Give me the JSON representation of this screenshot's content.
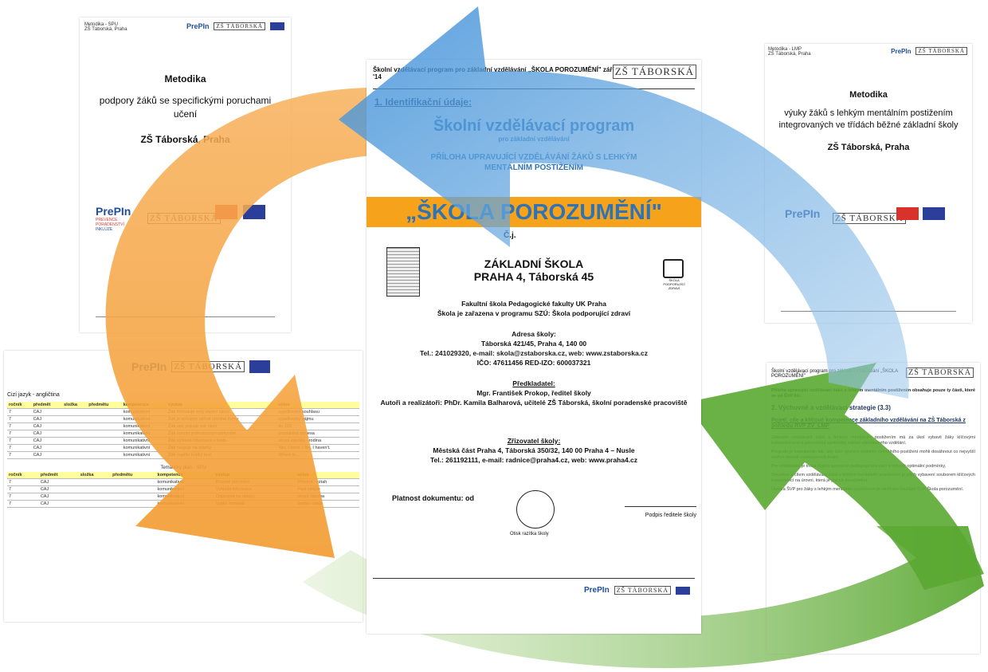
{
  "left_doc": {
    "header_line1": "Metodika - SPU",
    "header_line2": "ZŠ Táborská, Praha",
    "title": "Metodika",
    "subtitle": "podpory žáků se specifickými poruchami učení",
    "school": "ZŠ Táborská, Praha",
    "prepin": "PrePIn",
    "prepin_sub1": "PREVENCE",
    "prepin_sub2": "PORADENSTVÍ",
    "prepin_sub3": "INKLUZE",
    "zs_logo": "ZŠ TÁBORSKÁ"
  },
  "right_doc": {
    "header_line1": "Metodika - LMP",
    "header_line2": "ZŠ Táborská, Praha",
    "title": "Metodika",
    "subtitle": "výuky žáků s lehkým mentálním postižením integrovaných ve třídách běžné základní školy",
    "school": "ZŠ Táborská, Praha",
    "prepin": "PrePIn",
    "zs_logo": "ZŠ TÁBORSKÁ"
  },
  "center_doc": {
    "header": "Školní vzdělávací program pro základní vzdělávání „ŠKOLA POROZUMĚNÍ\" září '14",
    "section": "1.   Identifikační údaje:",
    "title": "Školní vzdělávací program",
    "subtitle": "pro základní vzdělávání",
    "appendix": "PŘÍLOHA UPRAVUJÍCÍ VZDĚLÁVÁNÍ ŽÁKŮ S LEHKÝM MENTÁLNÍM POSTIŽENÍM",
    "motto": "„ŠKOLA POROZUMĚNÍ\"",
    "cj": "Č.j.",
    "school_name": "ZÁKLADNÍ ŠKOLA",
    "school_addr": "PRAHA 4, Táborská 45",
    "faculty1": "Fakultní škola Pedagogické fakulty UK Praha",
    "faculty2": "Škola je zařazena v programu SZÚ: Škola podporující zdraví",
    "addr_label": "Adresa školy:",
    "addr": "Táborská 421/45, Praha 4, 140 00",
    "tel": "Tel.: 241029320, e-mail: skola@zstaborska.cz, web: www.zstaborska.cz",
    "ico": "IČO:  47611456         RED-IZO: 600037321",
    "pred_label": "Předkladatel:",
    "pred": "Mgr. František Prokop, ředitel školy",
    "authors": "Autoři a realizátoři: PhDr. Kamila Balharová, učitelé ZŠ Táborská, školní poradenské pracoviště",
    "zriz_label": "Zřizovatel školy:",
    "zriz": "Městská část Praha 4, Táborská 350/32, 140 00 Praha 4 – Nusle",
    "zriz_tel": "Tel.: 261192111, e-mail: radnice@praha4.cz, web: www.praha4.cz",
    "validity": "Platnost dokumentu: od",
    "stamp": "Otisk razítka školy",
    "signature": "Podpis ředitele školy",
    "logo_right_caption": "ŠKOLA PODPORUJÍCÍ ZDRAVÍ"
  },
  "bottom_left_doc": {
    "subject": "Cizí jazyk - angličtina",
    "cols": [
      "ročník",
      "předmět",
      "složka",
      "předmětu",
      "kompetence",
      "výstup",
      "učivo"
    ],
    "rows": [
      [
        "7",
        "CAJ",
        "komunikativní",
        "Žák formuluje svůj vlastní názor",
        "vyjadřování souhlasu"
      ],
      [
        "7",
        "CAJ",
        "komunikativní",
        "Žák je schopen užívat vhodné formy",
        "vyjadřování zájmu"
      ],
      [
        "7",
        "CAJ",
        "komunikativní",
        "Žák umí popsat své okolí",
        "do 100"
      ],
      [
        "7",
        "CAJ",
        "komunikativní",
        "Žák rozumí jednoduchým pokynům",
        "pravidelná slovesa"
      ],
      [
        "7",
        "CAJ",
        "komunikativní",
        "Žák vyhledá informace v textu",
        "slovní zásoba - rodina"
      ],
      [
        "7",
        "CAJ",
        "komunikativní",
        "Žák reaguje na otázky",
        "Yes, I have. / No, I haven't."
      ],
      [
        "7",
        "CAJ",
        "komunikativní",
        "Žák napíše krátký text",
        "Where is..."
      ]
    ],
    "plan_label": "Tematický plán - SPU",
    "rows2": [
      [
        "7",
        "CAJ",
        "komunikativní",
        "Rozumí pokynům",
        "Present - vztah"
      ],
      [
        "7",
        "CAJ",
        "komunikativní",
        "Vyhledá informace",
        "Past simple"
      ],
      [
        "7",
        "CAJ",
        "komunikativní",
        "Odpovídá na otázky",
        "slovní zásoba"
      ],
      [
        "7",
        "CAJ",
        "komunikativní",
        "Vyplní formulář",
        "osobní údaje"
      ]
    ]
  },
  "bottom_right_doc": {
    "header": "Školní vzdělávací program pro základní vzdělávání „ŠKOLA POROZUMĚNÍ\"",
    "intro": "Příloha upravující vzdělávání žáků s lehkým mentálním postižením obsahuje pouze ty části, které se od ŠVP liší.",
    "section": "2.  Výchovné a vzdělávací strategie (3.3)",
    "sub": "Pojetí, cíle a klíčové kompetence základního vzdělávání na ZŠ Táborská z pohledu RVP ZV_LMP",
    "p1": "Základní vzdělávání žáků s lehkým mentálním postižením má za úkol vybavit žáky klíčovými kompetencemi a poskytnout spolehlivý základ všeobecného vzdělání.",
    "p2": "Program je koncipován tak, aby žáci vyučení lehkého mentálního postižení mohli dosáhnout co nejvyšší možné úrovně osobnostních kvalit.",
    "p3": "Pro vzdělávání je třeba zajistit speciálně pedagogickou péči a vytvořit optimální podmínky.",
    "p4": "Smyslem a cílem vzdělávání žáků s lehkým mentálním postižením je jejich vybavení souborem klíčových kompetencí na úrovni, která je pro ně dosažitelná.",
    "p5": "Úprava ŠVP pro žáky s lehkým mentálním postižením je nedílnou součástí ŠVP Škola porozumění."
  },
  "colors": {
    "orange": "#f39a2d",
    "blue": "#3d8fd8",
    "green": "#5aa832",
    "motto_band": "#f7a21b",
    "motto_blue": "#2e74b5"
  }
}
